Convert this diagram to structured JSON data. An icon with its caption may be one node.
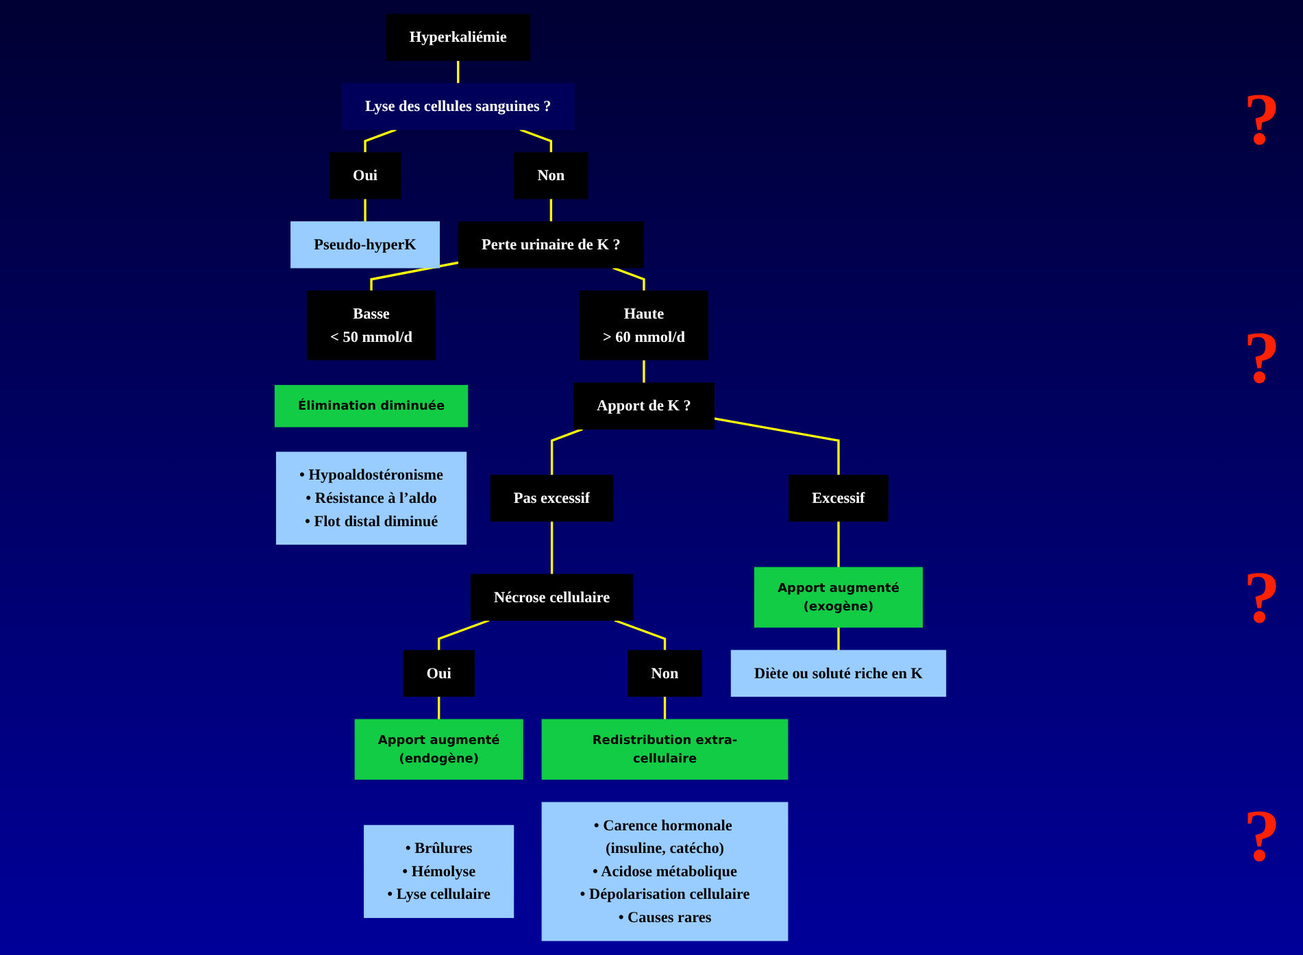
{
  "diagram": {
    "nodes": [
      {
        "text": [
          "Hyperkaliémie"
        ]
      },
      {
        "text": [
          "Lyse des cellules sanguines ?"
        ]
      },
      {
        "text": [
          "Oui"
        ]
      },
      {
        "text": [
          "Non"
        ]
      },
      {
        "text": [
          "Pseudo-hyperK"
        ]
      },
      {
        "text": [
          "Perte urinaire de K ?"
        ]
      },
      {
        "text": [
          "Basse",
          "< 50 mmol/d"
        ]
      },
      {
        "text": [
          "Haute",
          "> 60 mmol/d"
        ]
      },
      {
        "text": [
          "Élimination diminuée"
        ]
      },
      {
        "text": [
          "• Hypoaldostéronisme",
          "• Résistance à l’aldo",
          "• Flot distal diminué"
        ]
      },
      {
        "text": [
          "Apport de K ?"
        ]
      },
      {
        "text": [
          "Pas excessif"
        ]
      },
      {
        "text": [
          "Excessif"
        ]
      },
      {
        "text": [
          "Nécrose cellulaire"
        ]
      },
      {
        "text": [
          "Oui"
        ]
      },
      {
        "text": [
          "Non"
        ]
      },
      {
        "text": [
          "Apport augmenté",
          "(exogène)"
        ]
      },
      {
        "text": [
          "Diète ou soluté riche en K"
        ]
      },
      {
        "text": [
          "Apport augmenté",
          "(endogène)"
        ]
      },
      {
        "text": [
          "• Brûlures",
          "• Hémolyse",
          "• Lyse cellulaire"
        ]
      },
      {
        "text": [
          "Redistribution extra-cellulaire"
        ]
      },
      {
        "text": [
          "• Carence hormonale (insuline, catécho)",
          "• Acidose métabolique",
          "• Dépolarisation cellulaire",
          "• Causes rares"
        ]
      }
    ],
    "edges": [
      {
        "from": 0,
        "to": 1,
        "arrow": "none"
      },
      {
        "from": 1,
        "to": 2,
        "arrow": "none"
      },
      {
        "from": 1,
        "to": 3,
        "arrow": "none"
      },
      {
        "from": 2,
        "to": 4,
        "arrow": "none"
      },
      {
        "from": 3,
        "to": 5,
        "arrow": "none"
      },
      {
        "from": 5,
        "to": 6,
        "arrow": "none"
      },
      {
        "from": 5,
        "to": 7,
        "arrow": "none"
      },
      {
        "from": 7,
        "to": 10,
        "arrow": "none"
      },
      {
        "from": 10,
        "to": 11,
        "arrow": "none"
      },
      {
        "from": 10,
        "to": 12,
        "arrow": "none"
      },
      {
        "from": 11,
        "to": 13,
        "arrow": "none"
      },
      {
        "from": 13,
        "to": 14,
        "arrow": "none"
      },
      {
        "from": 13,
        "to": 15,
        "arrow": "none"
      },
      {
        "from": 12,
        "to": 16,
        "arrow": "none"
      },
      {
        "from": 16,
        "to": 17,
        "arrow": "none"
      },
      {
        "from": 14,
        "to": 18,
        "arrow": "none"
      },
      {
        "from": 15,
        "to": 20,
        "arrow": "none"
      }
    ],
    "labels": [
      "?",
      "?",
      "?",
      "?"
    ]
  }
}
